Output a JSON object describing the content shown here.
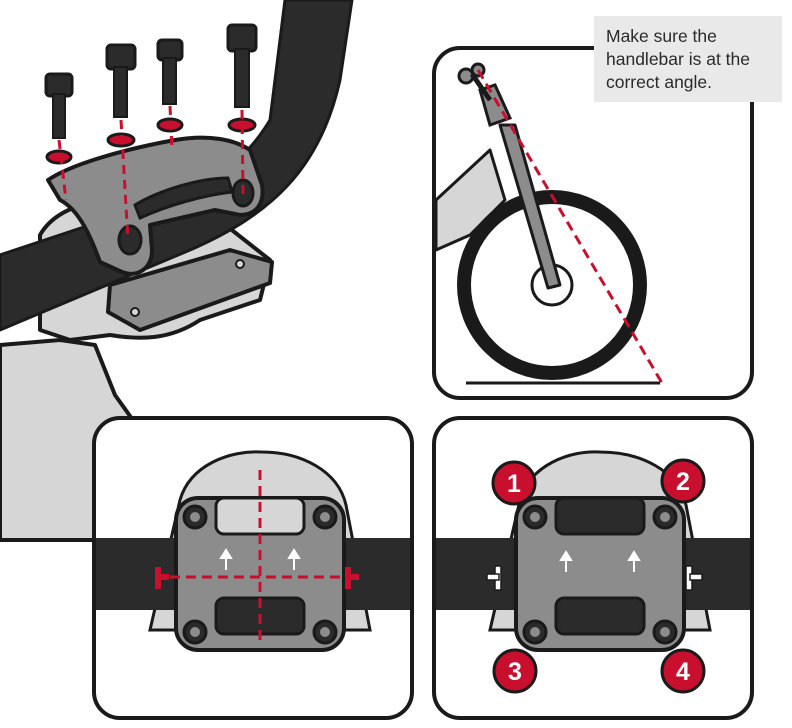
{
  "note": {
    "lines": [
      "Make sure the",
      "handlebar is at the",
      "correct angle."
    ]
  },
  "badges": [
    "1",
    "2",
    "3",
    "4"
  ],
  "colors": {
    "accent": "#c8102e",
    "outline": "#1a1a1a",
    "bar": "#2b2b2b",
    "stem": "#8c8c8c",
    "frame": "#d6d6d6",
    "note_bg": "#e9e9e9"
  }
}
